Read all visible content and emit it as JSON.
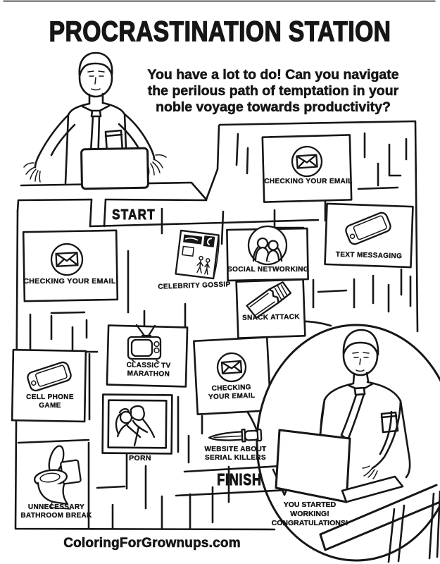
{
  "page": {
    "title": "PROCRASTINATION STATION",
    "intro_lines": [
      "You have a lot to do! Can you navigate",
      "the perilous path of temptation in your",
      "noble voyage towards productivity?"
    ],
    "footer_site": "ColoringForGrownups.com",
    "ink_color": "#161616",
    "paper_color": "#ffffff"
  },
  "maze": {
    "start_label": "START",
    "finish_label": "FINISH",
    "ending_lines": [
      "YOU STARTED WORKING!",
      "CONGRATULATIONS!"
    ]
  },
  "stations": {
    "email_top": {
      "label": "CHECKING YOUR EMAIL",
      "icon": "envelope-in-circle-icon"
    },
    "text_messaging": {
      "label": "TEXT MESSAGING",
      "icon": "smartphone-icon"
    },
    "social_networking": {
      "label": "SOCIAL NETWORKING",
      "icon": "two-people-in-circle-icon"
    },
    "celebrity_gossip": {
      "label": "CELEBRITY GOSSIP",
      "icon": "gossip-magazine-icon"
    },
    "email_left": {
      "label": "CHECKING YOUR EMAIL",
      "icon": "envelope-in-circle-icon"
    },
    "snack_attack": {
      "label": "SNACK ATTACK",
      "icon": "candy-bar-icon"
    },
    "classic_tv": {
      "label": "CLASSIC TV MARATHON",
      "icon": "retro-tv-icon"
    },
    "email_middle": {
      "label": "CHECKING YOUR EMAIL",
      "icon": "envelope-in-circle-icon"
    },
    "cell_phone_game": {
      "label": "CELL PHONE GAME",
      "icon": "smartphone-icon"
    },
    "porn": {
      "label": "PORN",
      "icon": "framed-couple-icon"
    },
    "serial_killers": {
      "label": "WEBSITE ABOUT SERIAL KILLERS",
      "icon": "knife-icon"
    },
    "bathroom": {
      "label": "UNNECESSARY BATHROOM BREAK",
      "icon": "toilet-icon"
    }
  }
}
